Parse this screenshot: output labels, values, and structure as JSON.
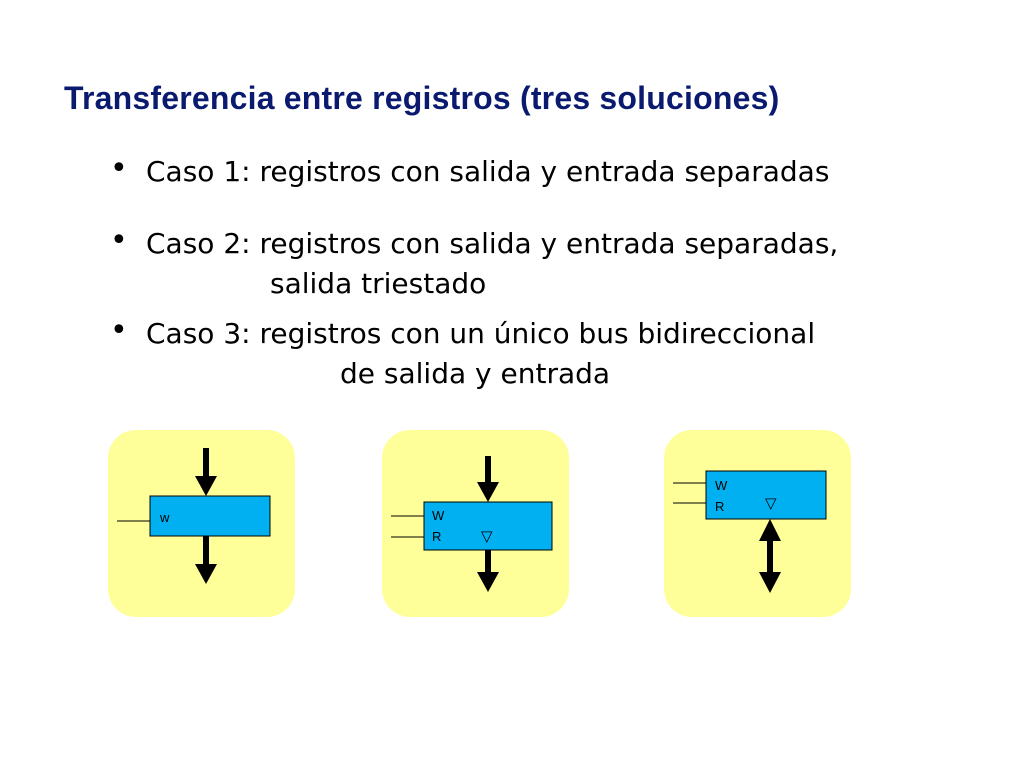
{
  "title": "Transferencia entre registros (tres soluciones)",
  "bullets": [
    {
      "lines": [
        "Caso 1: registros con salida y entrada separadas"
      ]
    },
    {
      "lines": [
        "Caso 2: registros con salida y entrada separadas,",
        "salida triestado"
      ]
    },
    {
      "lines": [
        "Caso 3: registros con un único bus bidireccional",
        "de salida y entrada"
      ]
    }
  ],
  "diagrams": [
    {
      "labels": [
        "w"
      ]
    },
    {
      "labels": [
        "W",
        "R"
      ],
      "symbol": "▽"
    },
    {
      "labels": [
        "W",
        "R"
      ],
      "symbol": "▽"
    }
  ],
  "colors": {
    "title": "#0a1a6e",
    "panel": "#ffff99",
    "register": "#00b0f0"
  }
}
